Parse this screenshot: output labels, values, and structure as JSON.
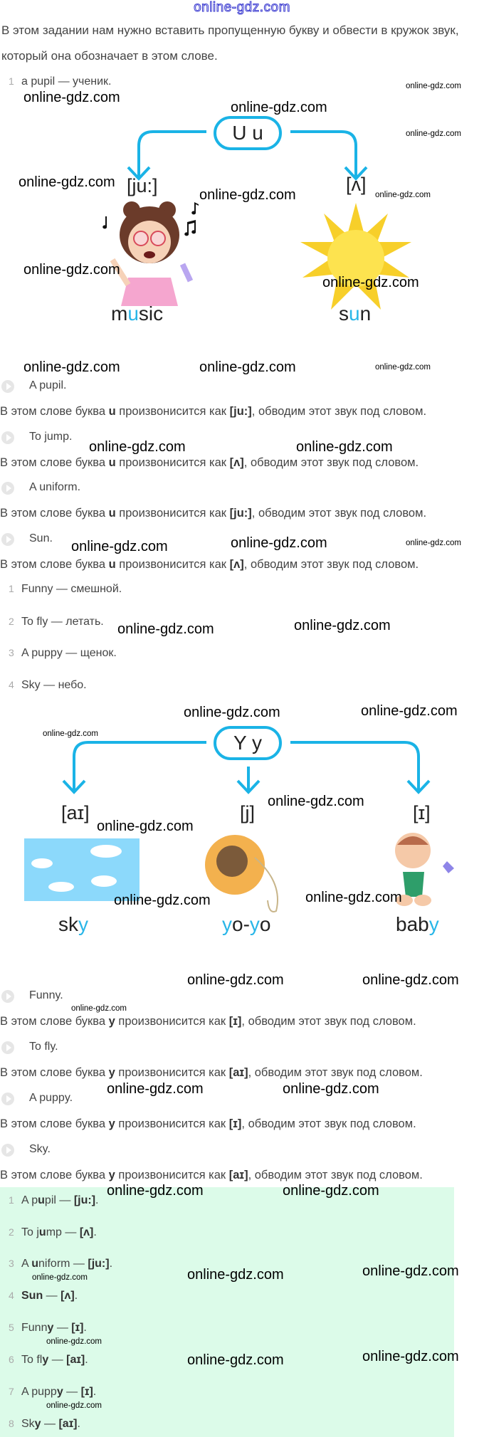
{
  "site_logo": "online-gdz.com",
  "watermark": "online-gdz.com",
  "intro": "В этом задании нам нужно вставить пропущенную букву и обвести в кружок звук, который она обозначает в этом слове.",
  "vocab_u": {
    "num": "1",
    "text": "a pupil — ученик."
  },
  "diagram_u": {
    "letter": "U u",
    "sounds": [
      "[ju:]",
      "[ʌ]"
    ],
    "words": [
      [
        "m",
        "u",
        "sic"
      ],
      [
        "s",
        "u",
        "n"
      ]
    ]
  },
  "audio_u": [
    {
      "word": "A pupil.",
      "pre": "В этом слове буква ",
      "letter": "u",
      "mid": " произвонисится как ",
      "sound": "[ju:]",
      "post": ", обводим этот звук под словом."
    },
    {
      "word": "To jump.",
      "pre": "В этом слове буква ",
      "letter": "u",
      "mid": " произвонисится как ",
      "sound": "[ʌ]",
      "post": ", обводим этот звук под словом."
    },
    {
      "word": "A uniform.",
      "pre": "В этом слове буква ",
      "letter": "u",
      "mid": " произвонисится как ",
      "sound": "[ju:]",
      "post": ", обводим этот звук под словом."
    },
    {
      "word": "Sun.",
      "pre": "В этом слове буква ",
      "letter": "u",
      "mid": " произвонисится как ",
      "sound": "[ʌ]",
      "post": ", обводим этот звук под словом."
    }
  ],
  "vocab_y": [
    {
      "num": "1",
      "text": "Funny — смешной."
    },
    {
      "num": "2",
      "text": "To fly — летать."
    },
    {
      "num": "3",
      "text": "A puppy — щенок."
    },
    {
      "num": "4",
      "text": "Sky — небо."
    }
  ],
  "diagram_y": {
    "letter": "Y y",
    "sounds": [
      "[aɪ]",
      "[j]",
      "[ɪ]"
    ],
    "words": [
      [
        "sk",
        "y",
        ""
      ],
      [
        "",
        "y",
        "o-",
        "y",
        "o"
      ],
      [
        "bab",
        "y",
        ""
      ]
    ]
  },
  "audio_y": [
    {
      "word": "Funny.",
      "pre": "В этом слове буква ",
      "letter": "y",
      "mid": " произвонисится как ",
      "sound": "[ɪ]",
      "post": ", обводим этот звук под словом."
    },
    {
      "word": "To fly.",
      "pre": "В этом слове буква ",
      "letter": "y",
      "mid": " произвонисится как ",
      "sound": "[aɪ]",
      "post": ", обводим этот звук под словом."
    },
    {
      "word": "A puppy.",
      "pre": "В этом слове буква ",
      "letter": "y",
      "mid": " произвонисится как ",
      "sound": "[ɪ]",
      "post": ", обводим этот звук под словом."
    },
    {
      "word": "Sky.",
      "pre": "В этом слове буква ",
      "letter": "y",
      "mid": " произвонисится как ",
      "sound": "[aɪ]",
      "post": ", обводим этот звук под словом."
    }
  ],
  "answers": [
    {
      "num": "1",
      "a": "A p",
      "b": "u",
      "c": "pil — ",
      "sound": "[ju:]",
      "end": "."
    },
    {
      "num": "2",
      "a": "To j",
      "b": "u",
      "c": "mp — ",
      "sound": "[ʌ]",
      "end": "."
    },
    {
      "num": "3",
      "a": "A ",
      "b": "u",
      "c": "niform — ",
      "sound": "[ju:]",
      "end": "."
    },
    {
      "num": "4",
      "a": "",
      "b": "Sun",
      "c": " — ",
      "sound": "[ʌ]",
      "end": "."
    },
    {
      "num": "5",
      "a": "Funn",
      "b": "y",
      "c": " — ",
      "sound": "[ɪ]",
      "end": "."
    },
    {
      "num": "6",
      "a": "To fl",
      "b": "y",
      "c": " — ",
      "sound": "[aɪ]",
      "end": "."
    },
    {
      "num": "7",
      "a": "A pupp",
      "b": "y",
      "c": " — ",
      "sound": "[ɪ]",
      "end": "."
    },
    {
      "num": "8",
      "a": "Sk",
      "b": "y",
      "c": " — ",
      "sound": "[aɪ]",
      "end": "."
    }
  ],
  "colors": {
    "accent": "#1ab3e6",
    "answer_bg": "#dcfbe9",
    "logo": "#3a3ad0"
  }
}
